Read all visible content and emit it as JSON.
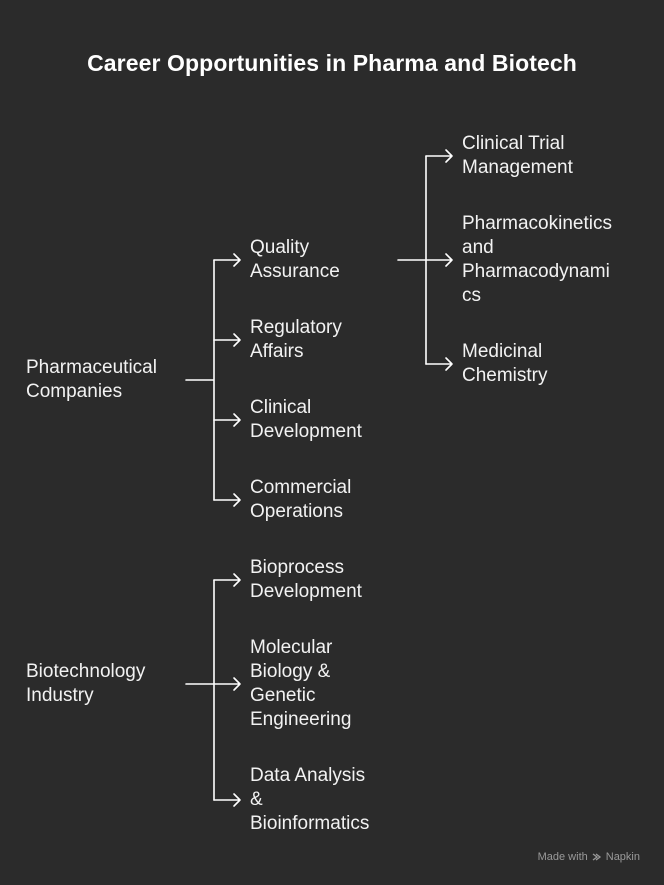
{
  "title": "Career Opportunities in Pharma and Biotech",
  "roots": [
    {
      "label": "Pharmaceutical\nCompanies"
    },
    {
      "label": "Biotechnology\nIndustry"
    }
  ],
  "pharma_branches": [
    {
      "label": "Quality\nAssurance"
    },
    {
      "label": "Regulatory\nAffairs"
    },
    {
      "label": "Clinical\nDevelopment"
    },
    {
      "label": "Commercial\nOperations"
    }
  ],
  "qa_leaves": [
    {
      "label": "Clinical Trial\nManagement"
    },
    {
      "label": "Pharmacokinetics\nand\nPharmacodynami\ncs"
    },
    {
      "label": "Medicinal\nChemistry"
    }
  ],
  "biotech_branches": [
    {
      "label": "Bioprocess\nDevelopment"
    },
    {
      "label": "Molecular\nBiology &\nGenetic\nEngineering"
    },
    {
      "label": "Data Analysis\n&\nBioinformatics"
    }
  ],
  "credit": {
    "prefix": "Made with",
    "brand": "Napkin",
    "logo_icon": "napkin-logo-icon"
  },
  "colors": {
    "background": "#2b2b2b",
    "text": "#f2f2f2",
    "lines": "#ffffff"
  }
}
